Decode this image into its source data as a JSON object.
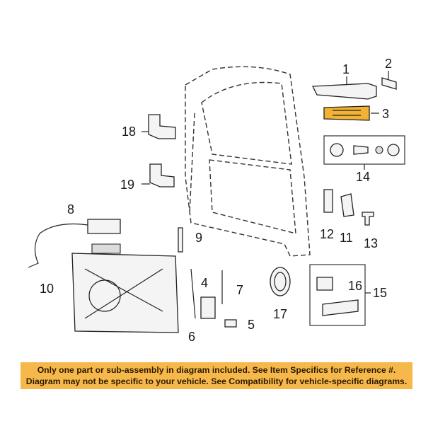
{
  "diagram": {
    "callouts": [
      "1",
      "2",
      "3",
      "4",
      "5",
      "6",
      "7",
      "8",
      "9",
      "10",
      "11",
      "12",
      "13",
      "14",
      "15",
      "16",
      "17",
      "18",
      "19"
    ]
  },
  "banner": {
    "line1": "Only one part or sub-assembly in diagram included. See Item Specifics for Reference #.",
    "line2": "Diagram may not be specific to your vehicle. See Compatibility for vehicle-specific diagrams."
  },
  "colors": {
    "banner_bg": "#f7b84b",
    "highlight_part": "#f2b233"
  }
}
